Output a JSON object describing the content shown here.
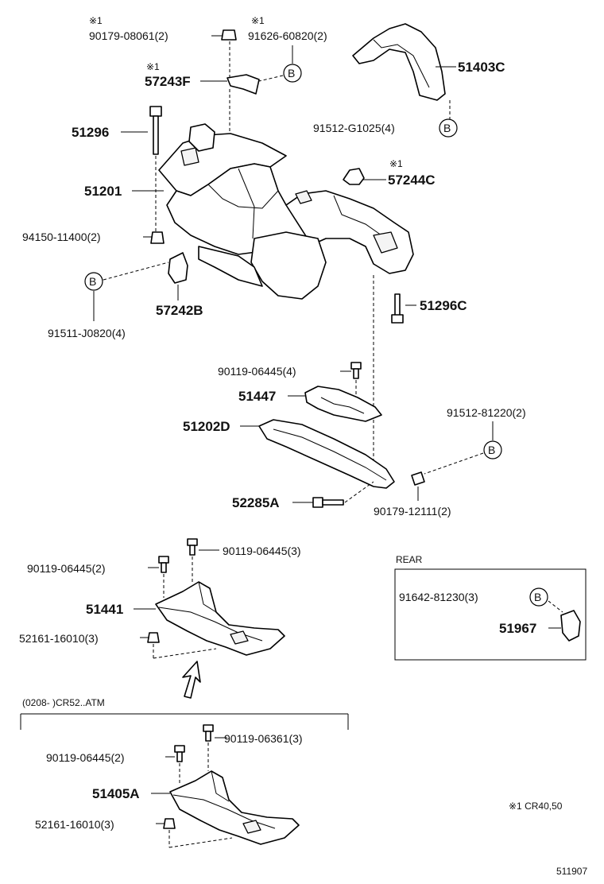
{
  "labels": {
    "note1": "※1",
    "p90179_08061": "90179-08061(2)",
    "note2": "※1",
    "p91626_60820": "91626-60820(2)",
    "note3": "※1",
    "p57243F": "57243F",
    "p51403C": "51403C",
    "p51296": "51296",
    "p91512_G1025": "91512-G1025(4)",
    "note4": "※1",
    "p57244C": "57244C",
    "p51201": "51201",
    "p94150_11400": "94150-11400(2)",
    "p57242B": "57242B",
    "p51296C": "51296C",
    "p91511_J0820": "91511-J0820(4)",
    "p90119_06445_4": "90119-06445(4)",
    "p51447": "51447",
    "p91512_81220": "91512-81220(2)",
    "p51202D": "51202D",
    "p52285A": "52285A",
    "p90179_12111": "90179-12111(2)",
    "p90119_06445_3": "90119-06445(3)",
    "p90119_06445_2a": "90119-06445(2)",
    "p51441": "51441",
    "p52161_16010_a": "52161-16010(3)",
    "rear_title": "REAR",
    "p91642_81230": "91642-81230(3)",
    "p51967": "51967",
    "range_note": "(0208-      )CR52..ATM",
    "p90119_06361": "90119-06361(3)",
    "p90119_06445_2b": "90119-06445(2)",
    "p51405A": "51405A",
    "p52161_16010_b": "52161-16010(3)",
    "footnote": "※1 CR40,50",
    "figure_id": "511907"
  },
  "callout_letter": "B"
}
